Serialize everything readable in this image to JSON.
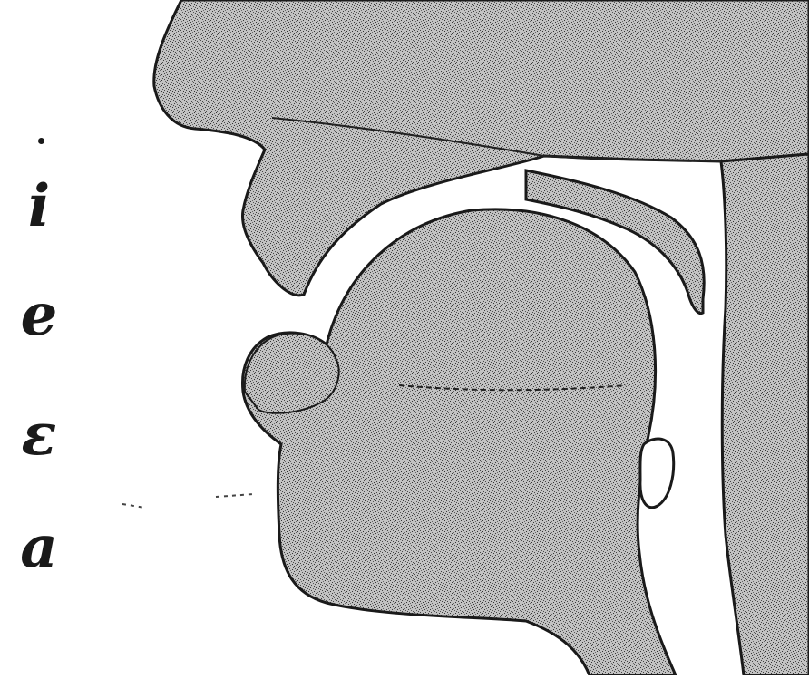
{
  "diagram": {
    "vowel_labels": [
      "i",
      "e",
      "ɛ",
      "a"
    ],
    "colors": {
      "tissue": "#b9b9b9",
      "outline": "#1a1a1a",
      "cavity": "#ffffff"
    }
  }
}
